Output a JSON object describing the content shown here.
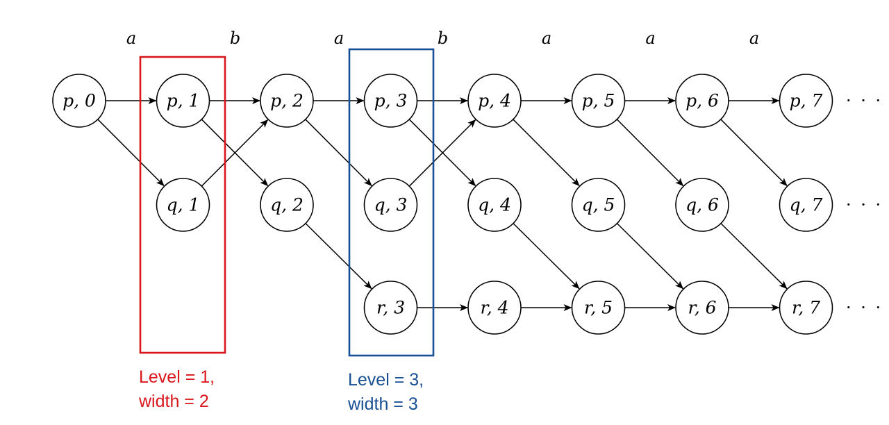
{
  "input_letters": [
    "a",
    "b",
    "a",
    "b",
    "a",
    "a",
    "a"
  ],
  "nodes": [
    {
      "id": "p0",
      "label": "p, 0"
    },
    {
      "id": "p1",
      "label": "p, 1"
    },
    {
      "id": "p2",
      "label": "p, 2"
    },
    {
      "id": "p3",
      "label": "p, 3"
    },
    {
      "id": "p4",
      "label": "p, 4"
    },
    {
      "id": "p5",
      "label": "p, 5"
    },
    {
      "id": "p6",
      "label": "p, 6"
    },
    {
      "id": "p7",
      "label": "p, 7"
    },
    {
      "id": "q1",
      "label": "q, 1"
    },
    {
      "id": "q2",
      "label": "q, 2"
    },
    {
      "id": "q3",
      "label": "q, 3"
    },
    {
      "id": "q4",
      "label": "q, 4"
    },
    {
      "id": "q5",
      "label": "q, 5"
    },
    {
      "id": "q6",
      "label": "q, 6"
    },
    {
      "id": "q7",
      "label": "q, 7"
    },
    {
      "id": "r3",
      "label": "r, 3"
    },
    {
      "id": "r4",
      "label": "r, 4"
    },
    {
      "id": "r5",
      "label": "r, 5"
    },
    {
      "id": "r6",
      "label": "r, 6"
    },
    {
      "id": "r7",
      "label": "r, 7"
    }
  ],
  "edges": [
    [
      "p0",
      "p1"
    ],
    [
      "p0",
      "q1"
    ],
    [
      "p1",
      "p2"
    ],
    [
      "p1",
      "q2"
    ],
    [
      "q1",
      "p2"
    ],
    [
      "p2",
      "p3"
    ],
    [
      "p2",
      "q3"
    ],
    [
      "q2",
      "r3"
    ],
    [
      "p3",
      "p4"
    ],
    [
      "p3",
      "q4"
    ],
    [
      "q3",
      "p4"
    ],
    [
      "r3",
      "r4"
    ],
    [
      "p4",
      "p5"
    ],
    [
      "p4",
      "q5"
    ],
    [
      "q4",
      "r5"
    ],
    [
      "r4",
      "r5"
    ],
    [
      "p5",
      "p6"
    ],
    [
      "p5",
      "q6"
    ],
    [
      "q5",
      "r6"
    ],
    [
      "r5",
      "r6"
    ],
    [
      "p6",
      "p7"
    ],
    [
      "p6",
      "q7"
    ],
    [
      "q6",
      "r7"
    ],
    [
      "r6",
      "r7"
    ]
  ],
  "ellipsis": "· · ·",
  "levels": [
    {
      "column": 1,
      "color": "#d9161c",
      "line1": "Level = 1,",
      "line2": "width = 2"
    },
    {
      "column": 3,
      "color": "#184f94",
      "line1": "Level = 3,",
      "line2": "width = 3"
    }
  ]
}
